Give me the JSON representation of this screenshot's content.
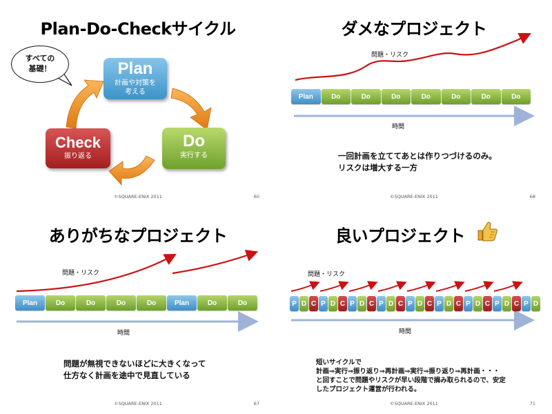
{
  "slide1": {
    "title": "Plan-Do-Checkサイクル",
    "bubble_line1": "すべての",
    "bubble_line2": "基礎！",
    "plan": {
      "label": "Plan",
      "sub1": "計画や対策を",
      "sub2": "考える"
    },
    "do": {
      "label": "Do",
      "sub": "実行する"
    },
    "check": {
      "label": "Check",
      "sub": "振り返る"
    },
    "footer": "©SQUARE-ENIX 2011",
    "page": "60"
  },
  "slide2": {
    "title": "ダメなプロジェクト",
    "risk_label": "問題・リスク",
    "blocks": [
      "Plan",
      "Do",
      "Do",
      "Do",
      "Do",
      "Do",
      "Do",
      "Do"
    ],
    "time_label": "時間",
    "desc_line1": "一回計画を立ててあとは作りつづけるのみ。",
    "desc_line2": "リスクは増大する一方",
    "footer": "©SQUARE-ENIX 2011",
    "page": "68"
  },
  "slide3": {
    "title": "ありがちなプロジェクト",
    "risk_label": "問題・リスク",
    "blocks": [
      "Plan",
      "Do",
      "Do",
      "Do",
      "Do",
      "Plan",
      "Do",
      "Do"
    ],
    "time_label": "時間",
    "desc_line1": "問題が無視できないほどに大きくなって",
    "desc_line2": "仕方なく計画を途中で見直している",
    "footer": "©SQUARE-ENIX 2011",
    "page": "67"
  },
  "slide4": {
    "title": "良いプロジェクト",
    "risk_label": "問題・リスク",
    "blocks": [
      "P",
      "D",
      "C",
      "P",
      "D",
      "C",
      "P",
      "D",
      "C",
      "P",
      "D",
      "C",
      "P",
      "D",
      "C",
      "P",
      "D",
      "C",
      "P",
      "D",
      "C",
      "P",
      "D",
      "C",
      "P",
      "D"
    ],
    "time_label": "時間",
    "desc_line1": "短いサイクルで",
    "desc_line2": "計画⇒実行⇒振り返り⇒再計画⇒実行⇒振り返り⇒再計画・・・",
    "desc_line3": "と回すことで問題やリスクが早い段階で摘み取られるので、安定",
    "desc_line4": "したプロジェクト運営が行われる。",
    "footer": "©SQUARE-ENIX 2011",
    "page": "71"
  },
  "colors": {
    "plan_blue": "#3f8ec4",
    "do_green": "#6f9e2c",
    "check_red": "#9c1c1c",
    "risk_red": "#cc1111",
    "time_arrow": "#9fb3d9",
    "cycle_orange": "#ee8a1e"
  },
  "icons": [
    "thumbs-up-icon"
  ]
}
